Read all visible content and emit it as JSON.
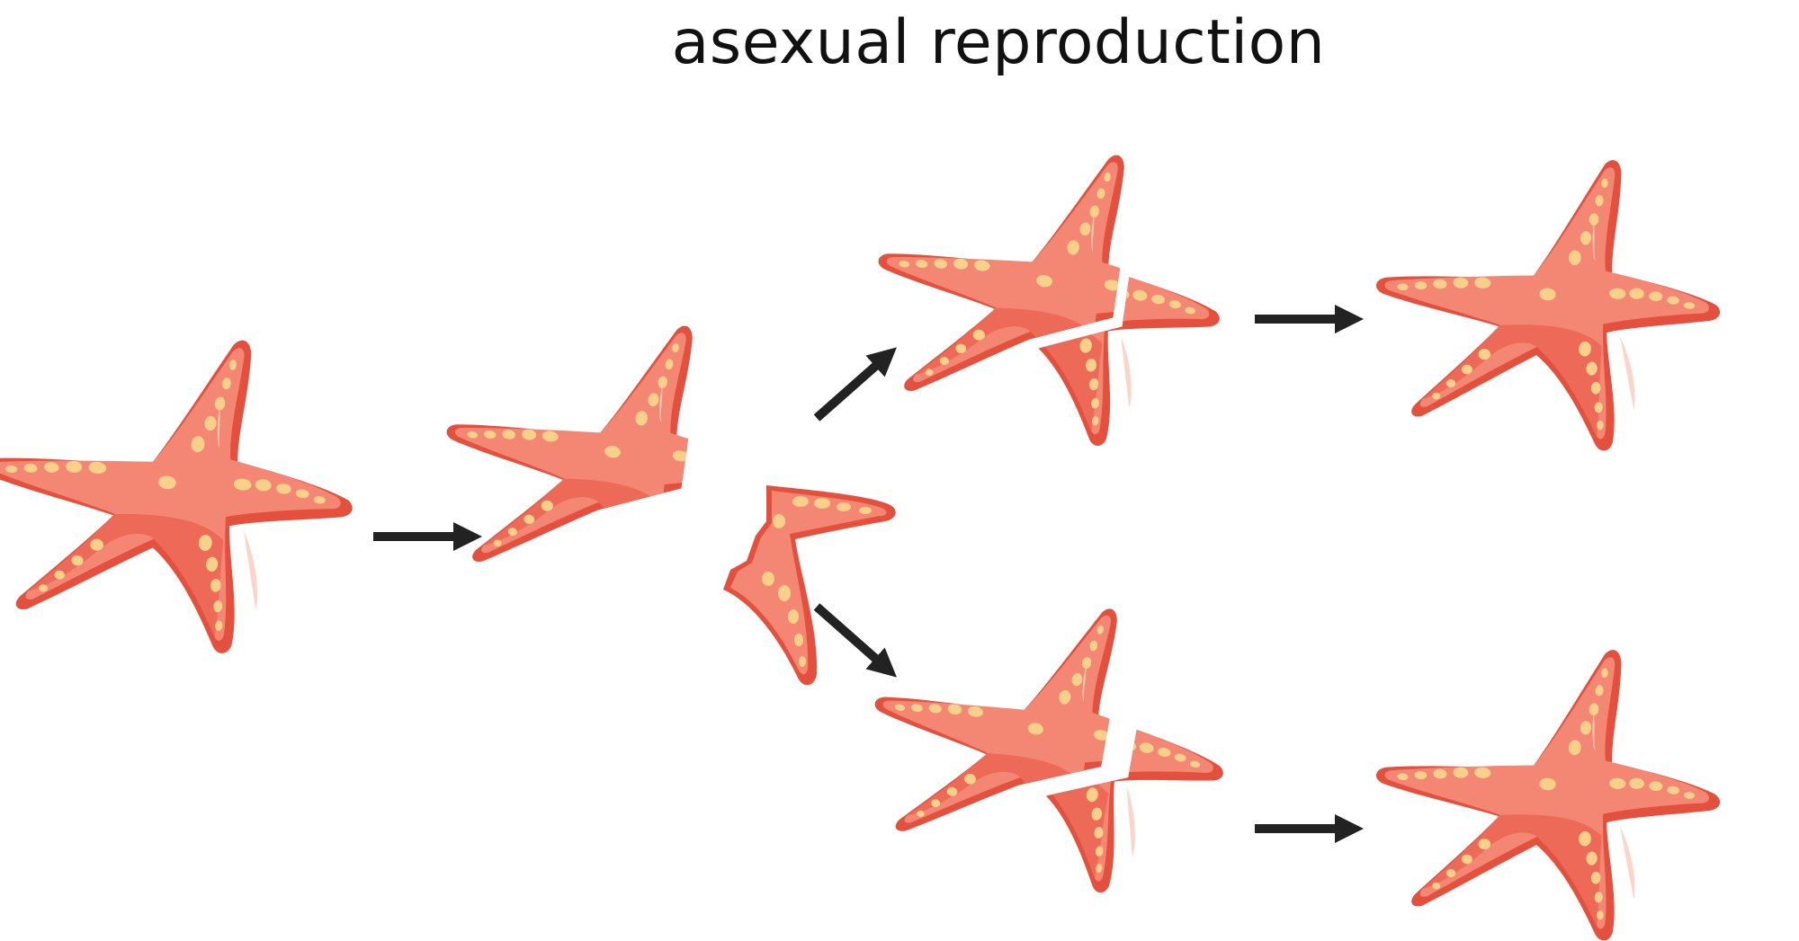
{
  "diagram": {
    "title": "asexual reproduction",
    "colors": {
      "star_body": "#F48773",
      "star_edge": "#E3503E",
      "star_shade": "#EC6A57",
      "star_dark": "#E13B2D",
      "spots": "#F9D089",
      "highlight": "#FBC3B3",
      "arrow": "#222222",
      "background": "#FFFFFF"
    },
    "stages": [
      {
        "id": "parent-starfish",
        "icon": "starfish-icon"
      },
      {
        "id": "split-starfish",
        "icon": "starfish-fragment-icon"
      },
      {
        "id": "regenerating-starfish-top",
        "icon": "starfish-regenerating-icon"
      },
      {
        "id": "regenerating-starfish-bottom",
        "icon": "starfish-regenerating-icon"
      },
      {
        "id": "offspring-starfish-top",
        "icon": "starfish-icon"
      },
      {
        "id": "offspring-starfish-bottom",
        "icon": "starfish-icon"
      }
    ],
    "arrows": [
      {
        "from": "parent-starfish",
        "to": "split-starfish",
        "icon": "arrow-right-icon"
      },
      {
        "from": "split-starfish",
        "to": "regenerating-starfish-top",
        "icon": "arrow-up-right-icon"
      },
      {
        "from": "split-starfish",
        "to": "regenerating-starfish-bottom",
        "icon": "arrow-down-right-icon"
      },
      {
        "from": "regenerating-starfish-top",
        "to": "offspring-starfish-top",
        "icon": "arrow-right-icon"
      },
      {
        "from": "regenerating-starfish-bottom",
        "to": "offspring-starfish-bottom",
        "icon": "arrow-right-icon"
      }
    ]
  }
}
